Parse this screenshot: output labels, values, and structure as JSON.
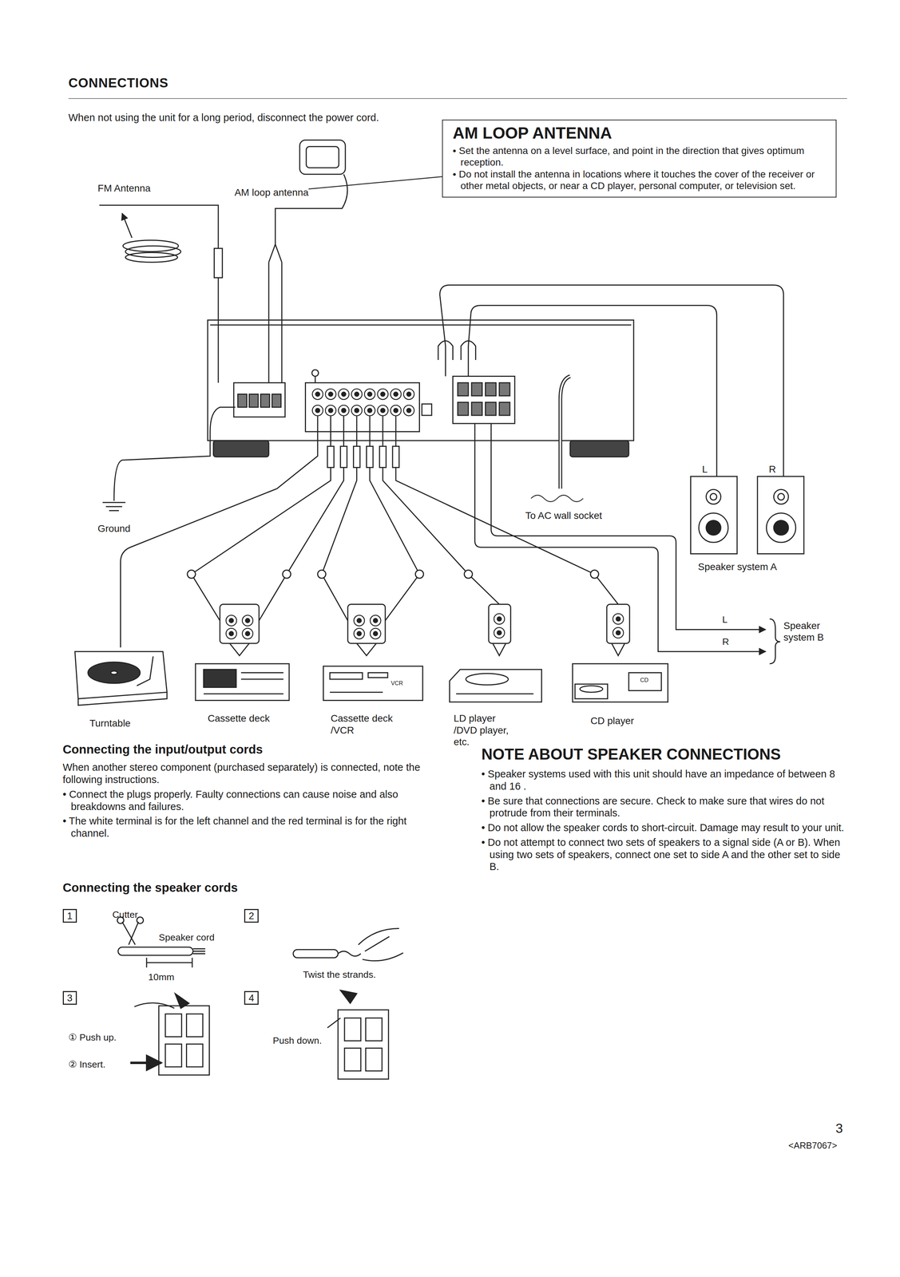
{
  "diagram": {
    "title": "CONNECTIONS",
    "nodes": [
      {
        "text": [
          "AM LOOP ANTENNA",
          "• Set the antenna on a level surface, and point in the direction that gives optimum reception.",
          "• Do not install the antenna in locations where it touches the cover of the receiver or other metal objects, or near a CD player, personal computer, or television set."
        ]
      },
      {
        "text": [
          "AM loop antenna"
        ]
      },
      {
        "text": [
          "1"
        ]
      },
      {
        "text": [
          "2"
        ]
      },
      {
        "text": [
          "3"
        ]
      },
      {
        "text": [
          "4"
        ]
      }
    ],
    "edges": [
      {
        "from": 1,
        "to": 0,
        "arrow": "none"
      }
    ],
    "labels": [
      "When not using the unit for a long period, disconnect the power cord.",
      "FM Antenna",
      "Ground",
      "To AC wall socket",
      "L",
      "R",
      "Speaker system A",
      "L",
      "R",
      "Speaker system B",
      "Turntable",
      "Cassette deck",
      "Cassette deck /VCR",
      "LD player /DVD player, etc.",
      "CD player",
      "VCR",
      "CD",
      "Connecting the input/output cords",
      "When another stereo component (purchased separately) is connected, note the following instructions.",
      "• Connect the plugs properly. Faulty connections can cause noise and also breakdowns and failures.",
      "• The white terminal is for the left channel and the red terminal is for the right channel.",
      "Connecting the speaker cords",
      "Cutter",
      "Speaker cord",
      "10mm",
      "Twist the strands.",
      "① Push up.",
      "② Insert.",
      "Push down.",
      "NOTE ABOUT SPEAKER CONNECTIONS",
      "• Speaker systems used with this unit should have an impedance of between 8 and 16 .",
      "• Be sure that connections are secure. Check to make sure that wires do not protrude from their terminals.",
      "• Do not allow the speaker cords to short-circuit. Damage may result to your unit.",
      "• Do not attempt to connect two sets of speakers to a signal side (A or B). When using two sets of speakers, connect one set to side A and the other set to side B.",
      "3",
      "<ARB7067>"
    ]
  }
}
